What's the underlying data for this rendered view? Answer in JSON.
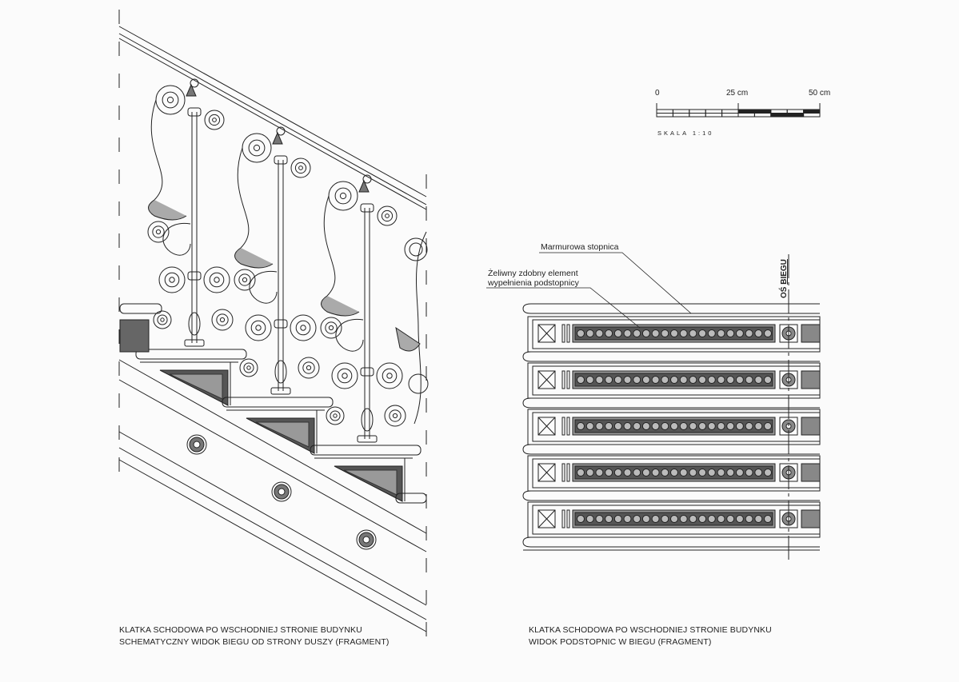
{
  "scale_bar": {
    "tick_labels": [
      "0",
      "25 cm",
      "50 cm"
    ],
    "caption": "SKALA  1:10"
  },
  "labels": {
    "marble_tread": "Marmurowa stopnica",
    "cast_iron_element_line1": "Żeliwny zdobny element",
    "cast_iron_element_line2": "wypełnienia podstopnicy",
    "flight_axis_prefix": "OŚ ",
    "flight_axis_word": "BIEGU"
  },
  "captions": {
    "left_line1": "KLATKA SCHODOWA PO WSCHODNIEJ STRONIE BUDYNKU",
    "left_line2": "SCHEMATYCZNY WIDOK BIEGU OD STRONY DUSZY (FRAGMENT)",
    "right_line1": "KLATKA SCHODOWA PO WSCHODNIEJ STRONIE BUDYNKU",
    "right_line2": "WIDOK PODSTOPNIC W BIEGU (FRAGMENT)"
  },
  "colors": {
    "ink": "#222222",
    "paper": "#fbfbfb"
  }
}
